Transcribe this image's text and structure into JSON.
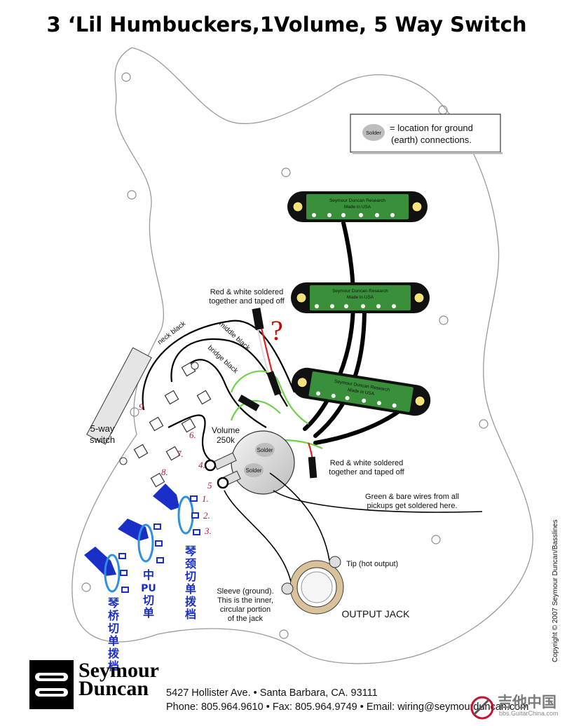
{
  "title": "3 ‘Lil Humbuckers,1Volume, 5 Way Switch",
  "legend": {
    "badge": "Solder",
    "line1": "= location for ground",
    "line2": "(earth) connections."
  },
  "pickup_label": {
    "line1": "Seymour Duncan Research",
    "line2": "Made in USA"
  },
  "labels": {
    "red_white_top_1": "Red & white soldered",
    "red_white_top_2": "together and taped off",
    "question_mark": "?",
    "neck_black": "neck black",
    "middle_black": "middle black",
    "bridge_black": "bridge black",
    "five_way_1": "5-way",
    "five_way_2": "switch",
    "volume_1": "Volume",
    "volume_2": "250k",
    "solder_1": "Solder",
    "solder_2": "Solder",
    "red_white_bottom_1": "Red & white soldered",
    "red_white_bottom_2": "together and taped off",
    "green_bare_1": "Green & bare wires from all",
    "green_bare_2": "pickups get soldered here.",
    "tip": "Tip (hot output)",
    "sleeve_1": "Sleeve (ground).",
    "sleeve_2": "This is the inner,",
    "sleeve_3": "circular portion",
    "sleeve_4": "of the jack",
    "output_jack": "OUTPUT JACK",
    "copyright": "Copyright © 2007 Seymour Duncan/Basslines"
  },
  "annotations": {
    "n1": "1.",
    "n2": "2.",
    "n3": "3.",
    "n4": "4.",
    "n5": "5",
    "n6": "6.",
    "n7": "7.",
    "n8": "8.",
    "n9": "9.",
    "cn_neck": [
      "琴",
      "颈",
      "切",
      "单",
      "拨",
      "档"
    ],
    "cn_mid": [
      "中",
      "PU",
      "切",
      "单"
    ],
    "cn_bridge": [
      "琴",
      "桥",
      "切",
      "单",
      "拨",
      "档"
    ]
  },
  "brand": {
    "logo_line1": "Seymour",
    "logo_line2": "Duncan",
    "address": "5427 Hollister Ave. • Santa Barbara, CA. 93111",
    "contact": "Phone: 805.964.9610 • Fax: 805.964.9749 • Email: wiring@seymourduncan.com"
  },
  "watermark": {
    "cn": "吉他中国",
    "url": "bbs.GuitarChina.com"
  },
  "colors": {
    "pickup_green": "#3a8f3a",
    "annotation_blue": "#1a2ec8",
    "ring_blue": "#2f8fe0",
    "annotation_red": "#c8102e",
    "wire_green": "#6fd14a"
  }
}
